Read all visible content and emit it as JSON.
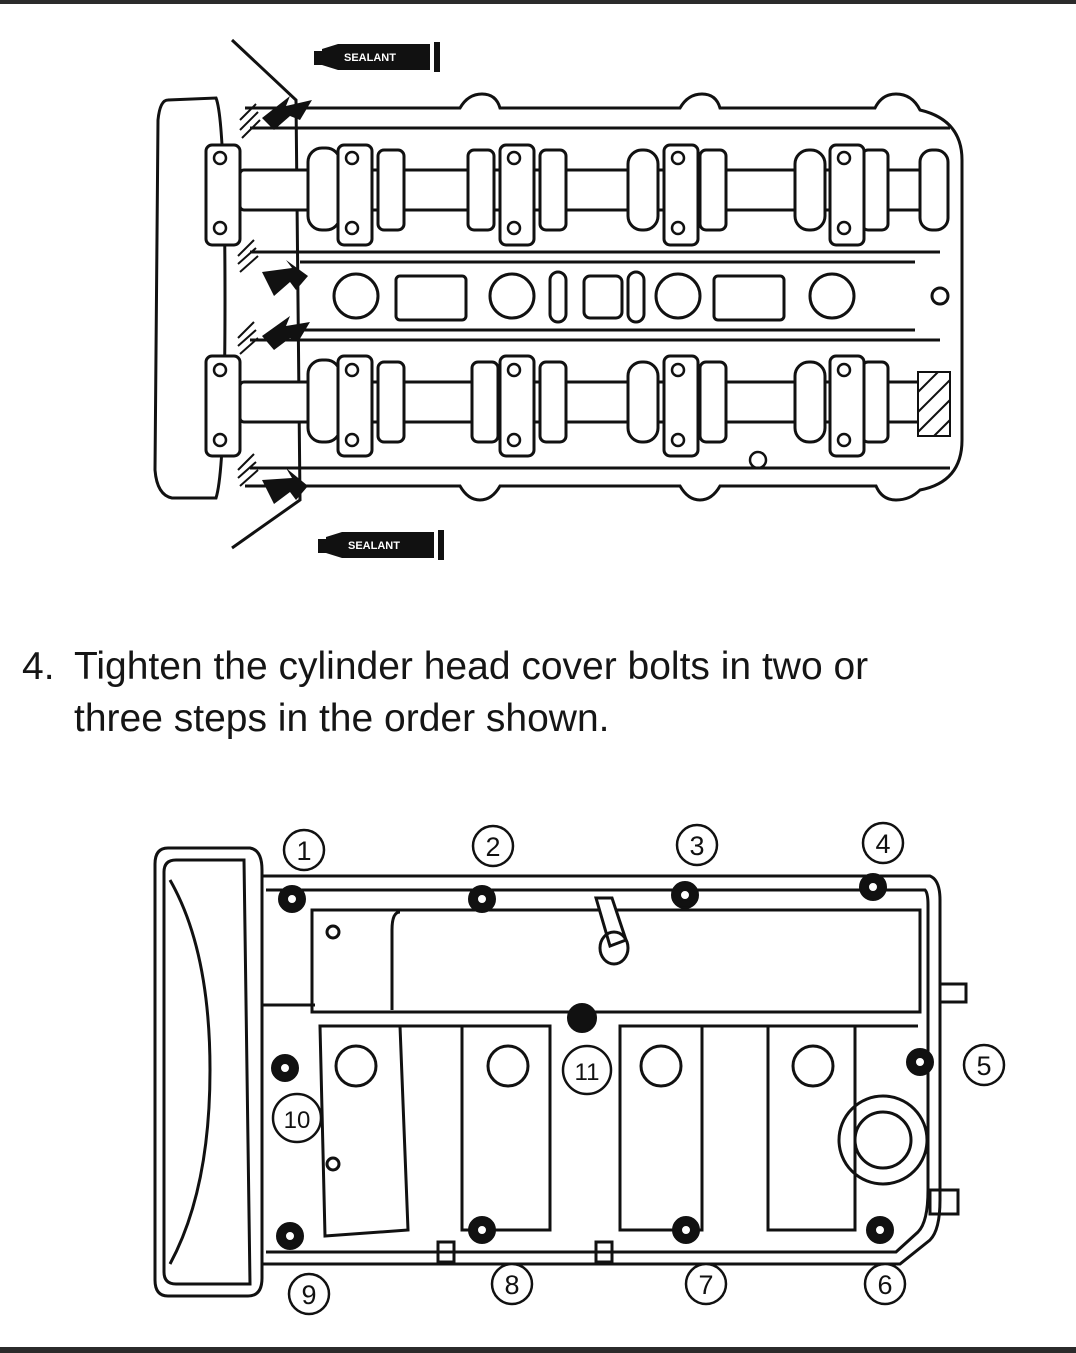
{
  "sealant_labels": [
    "SEALANT",
    "SEALANT"
  ],
  "instruction": {
    "step_number": "4.",
    "line1": "Tighten the cylinder head cover bolts in two or",
    "line2": "three steps in the order shown."
  },
  "bolt_order_labels": [
    "1",
    "2",
    "3",
    "4",
    "5",
    "6",
    "7",
    "8",
    "9",
    "10",
    "11"
  ]
}
